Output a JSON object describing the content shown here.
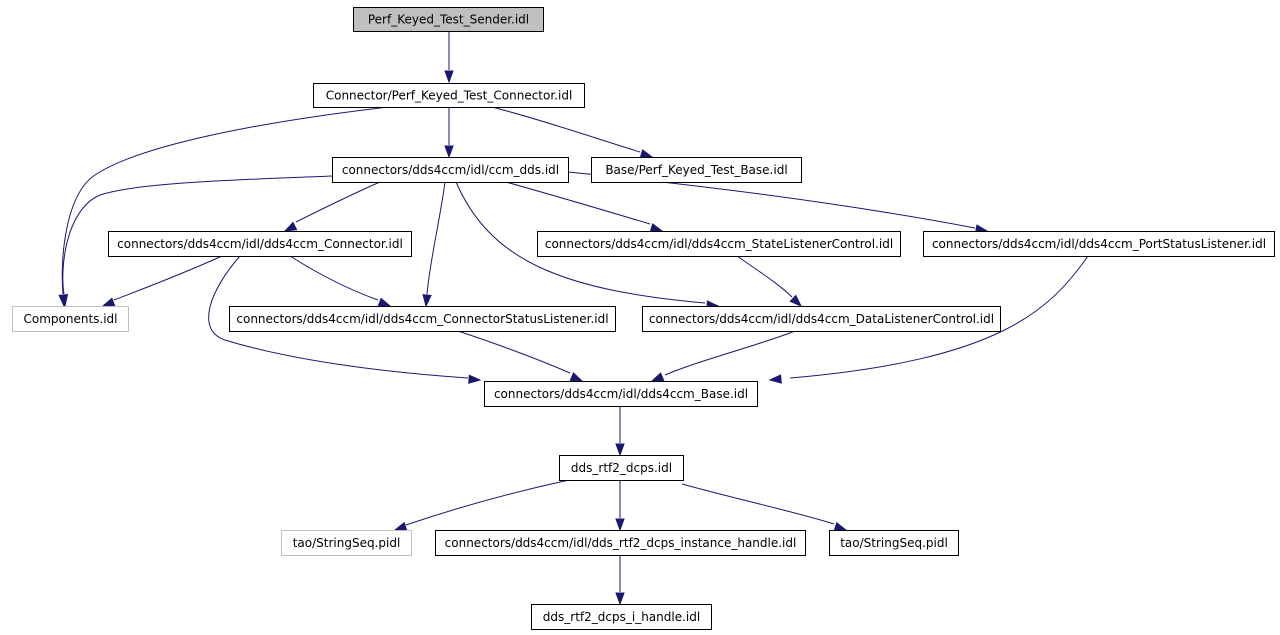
{
  "nodes": [
    {
      "id": "root",
      "label": "Perf_Keyed_Test_Sender.idl",
      "style": "root"
    },
    {
      "id": "conn",
      "label": "Connector/Perf_Keyed_Test_Connector.idl",
      "style": "normal"
    },
    {
      "id": "ccm",
      "label": "connectors/dds4ccm/idl/ccm_dds.idl",
      "style": "normal"
    },
    {
      "id": "base",
      "label": "Base/Perf_Keyed_Test_Base.idl",
      "style": "normal"
    },
    {
      "id": "dconn",
      "label": "connectors/dds4ccm/idl/dds4ccm_Connector.idl",
      "style": "normal"
    },
    {
      "id": "slc",
      "label": "connectors/dds4ccm/idl/dds4ccm_StateListenerControl.idl",
      "style": "normal"
    },
    {
      "id": "psl",
      "label": "connectors/dds4ccm/idl/dds4ccm_PortStatusListener.idl",
      "style": "normal"
    },
    {
      "id": "comp",
      "label": "Components.idl",
      "style": "grey"
    },
    {
      "id": "csl",
      "label": "connectors/dds4ccm/idl/dds4ccm_ConnectorStatusListener.idl",
      "style": "normal"
    },
    {
      "id": "dlc",
      "label": "connectors/dds4ccm/idl/dds4ccm_DataListenerControl.idl",
      "style": "normal"
    },
    {
      "id": "dbase",
      "label": "connectors/dds4ccm/idl/dds4ccm_Base.idl",
      "style": "normal"
    },
    {
      "id": "rtf2",
      "label": "dds_rtf2_dcps.idl",
      "style": "normal"
    },
    {
      "id": "ss1",
      "label": "tao/StringSeq.pidl",
      "style": "grey"
    },
    {
      "id": "ih",
      "label": "connectors/dds4ccm/idl/dds_rtf2_dcps_instance_handle.idl",
      "style": "normal"
    },
    {
      "id": "ss2",
      "label": "tao/StringSeq.pidl",
      "style": "normal"
    },
    {
      "id": "ihh",
      "label": "dds_rtf2_dcps_i_handle.idl",
      "style": "normal"
    }
  ],
  "edges": [
    {
      "from": "root",
      "to": "conn"
    },
    {
      "from": "conn",
      "to": "ccm"
    },
    {
      "from": "conn",
      "to": "base"
    },
    {
      "from": "conn",
      "to": "comp"
    },
    {
      "from": "ccm",
      "to": "comp"
    },
    {
      "from": "ccm",
      "to": "dconn"
    },
    {
      "from": "ccm",
      "to": "csl"
    },
    {
      "from": "ccm",
      "to": "dlc"
    },
    {
      "from": "ccm",
      "to": "slc"
    },
    {
      "from": "ccm",
      "to": "psl"
    },
    {
      "from": "dconn",
      "to": "comp"
    },
    {
      "from": "dconn",
      "to": "csl"
    },
    {
      "from": "dconn",
      "to": "dbase"
    },
    {
      "from": "slc",
      "to": "dlc"
    },
    {
      "from": "psl",
      "to": "dbase"
    },
    {
      "from": "csl",
      "to": "dbase"
    },
    {
      "from": "dlc",
      "to": "dbase"
    },
    {
      "from": "dbase",
      "to": "rtf2"
    },
    {
      "from": "rtf2",
      "to": "ss1"
    },
    {
      "from": "rtf2",
      "to": "ih"
    },
    {
      "from": "rtf2",
      "to": "ss2"
    },
    {
      "from": "ih",
      "to": "ihh"
    }
  ],
  "colors": {
    "edge": "#191970",
    "root_fill": "#bfbfbf",
    "grey_border": "#bfbfbf",
    "border": "#000000"
  }
}
